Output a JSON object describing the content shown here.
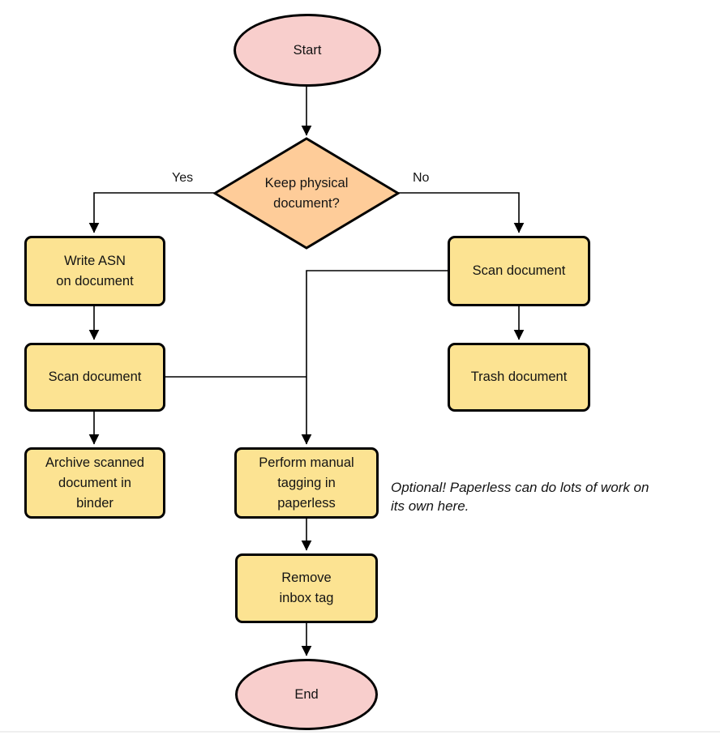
{
  "diagram": {
    "type": "flowchart",
    "nodes": {
      "start": "Start",
      "decision": "Keep physical\ndocument?",
      "write_asn": "Write ASN\non document",
      "scan_left": "Scan document",
      "archive": "Archive scanned\ndocument in\nbinder",
      "scan_right": "Scan document",
      "trash": "Trash document",
      "tagging": "Perform manual\ntagging in\npaperless",
      "remove_inbox": "Remove\ninbox tag",
      "end": "End"
    },
    "edge_labels": {
      "yes": "Yes",
      "no": "No"
    },
    "note": "Optional! Paperless can do lots of work on\nits own here.",
    "edges": [
      {
        "from": "start",
        "to": "decision",
        "label": ""
      },
      {
        "from": "decision",
        "to": "write_asn",
        "label": "Yes"
      },
      {
        "from": "decision",
        "to": "scan_right",
        "label": "No"
      },
      {
        "from": "write_asn",
        "to": "scan_left",
        "label": ""
      },
      {
        "from": "scan_left",
        "to": "archive",
        "label": ""
      },
      {
        "from": "scan_left",
        "to": "tagging",
        "label": ""
      },
      {
        "from": "scan_right",
        "to": "trash",
        "label": ""
      },
      {
        "from": "scan_right",
        "to": "tagging",
        "label": ""
      },
      {
        "from": "tagging",
        "to": "remove_inbox",
        "label": ""
      },
      {
        "from": "remove_inbox",
        "to": "end",
        "label": ""
      }
    ],
    "colors": {
      "terminator_fill": "#F8CECC",
      "decision_fill": "#FECC99",
      "process_fill": "#FCE392",
      "stroke": "#000000"
    }
  }
}
